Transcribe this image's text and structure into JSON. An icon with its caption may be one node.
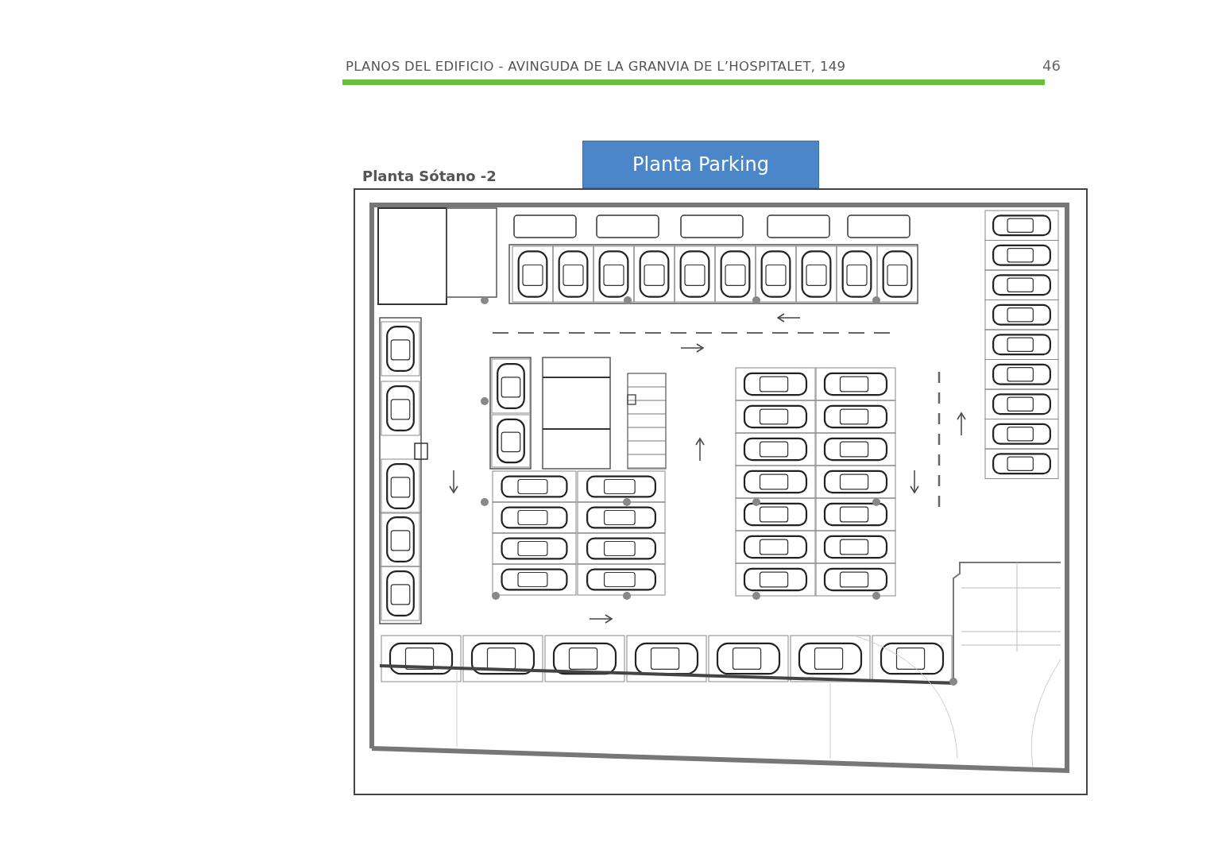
{
  "diagram": {
    "title": "PLANOS DEL EDIFICIO - AVINGUDA DE LA GRANVIA DE L’HOSPITALET, 149",
    "nodes": [
      {
        "text": [
          "Planta Parking"
        ]
      }
    ],
    "labels": [
      "46",
      "Planta Sótano -2"
    ]
  }
}
